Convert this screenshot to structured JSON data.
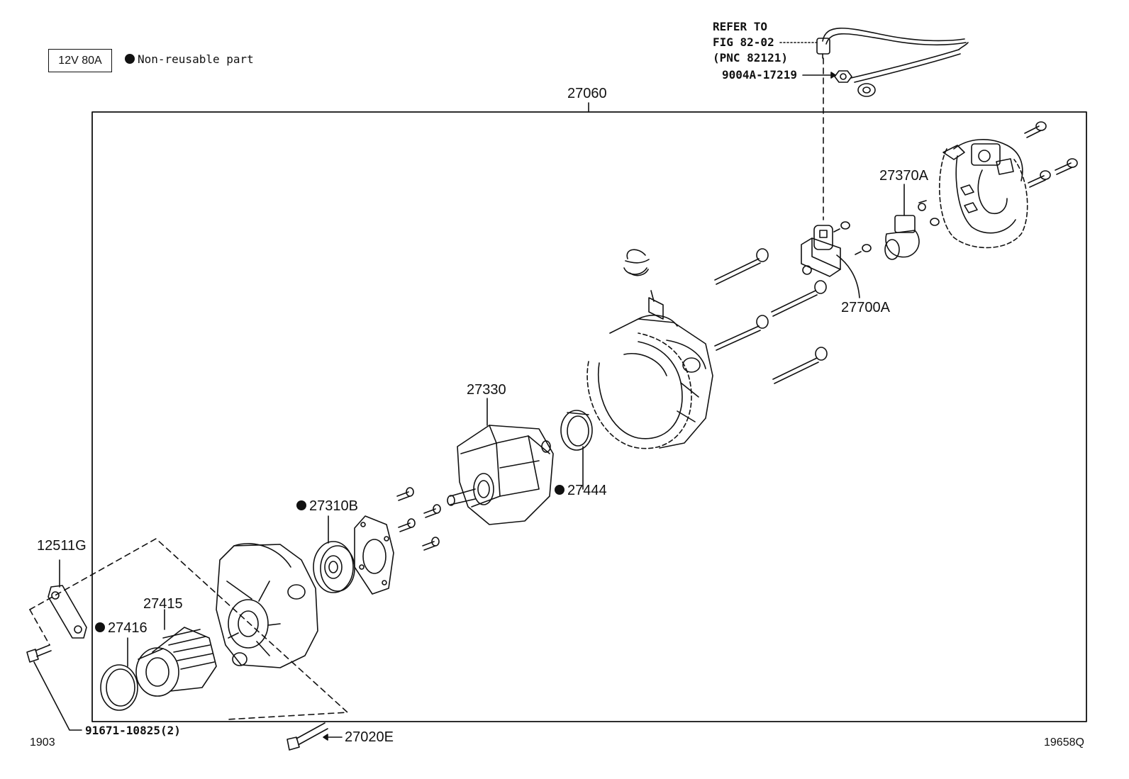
{
  "header": {
    "spec": "12V 80A",
    "legend_text": "Non-reusable part"
  },
  "refer": {
    "line1": "REFER TO",
    "line2": "FIG 82-02",
    "line3": "(PNC 82121)"
  },
  "parts": {
    "assembly": "27060",
    "nut": "9004A-17219",
    "brush_holder": "27370A",
    "rectifier": "27700A",
    "rotor": "27330",
    "retainer": "27444",
    "bearing": "27310B",
    "bracket": "12511G",
    "pulley": "27415",
    "cover": "27416",
    "bolt": "91671-10825(2)",
    "frame": "27020E"
  },
  "footer": {
    "left_code": "1903",
    "right_code": "19658Q"
  },
  "colors": {
    "ink": "#111111",
    "paper": "#ffffff"
  }
}
